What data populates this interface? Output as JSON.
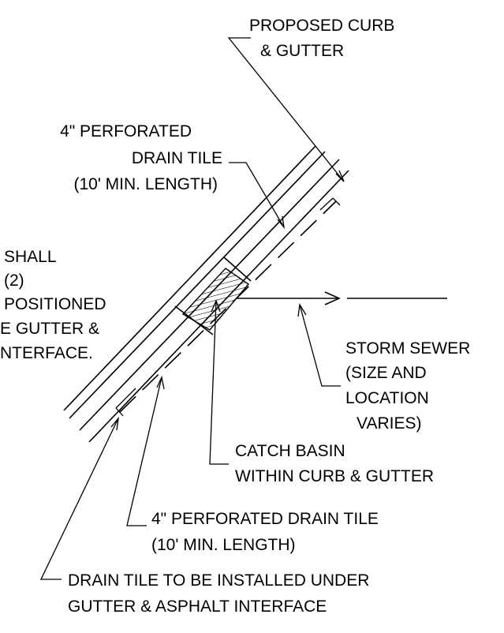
{
  "labels": {
    "curb_line1": "PROPOSED CURB",
    "curb_line2": "& GUTTER",
    "tile_top_line1": "4\" PERFORATED",
    "tile_top_line2": "DRAIN TILE",
    "tile_top_line3": "(10' MIN. LENGTH)",
    "note_line1": "SHALL",
    "note_line2": "(2)",
    "note_line3": "POSITIONED",
    "note_line4": "E GUTTER &",
    "note_line5": "NTERFACE.",
    "sewer_line1": "STORM SEWER",
    "sewer_line2": "(SIZE AND",
    "sewer_line3": "LOCATION",
    "sewer_line4": "VARIES)",
    "basin_line1": "CATCH BASIN",
    "basin_line2": "WITHIN CURB & GUTTER",
    "tile_bottom_line1": "4\" PERFORATED DRAIN TILE",
    "tile_bottom_line2": "(10' MIN. LENGTH)",
    "install_line1": "DRAIN TILE TO BE INSTALLED UNDER",
    "install_line2": "GUTTER & ASPHALT INTERFACE"
  }
}
